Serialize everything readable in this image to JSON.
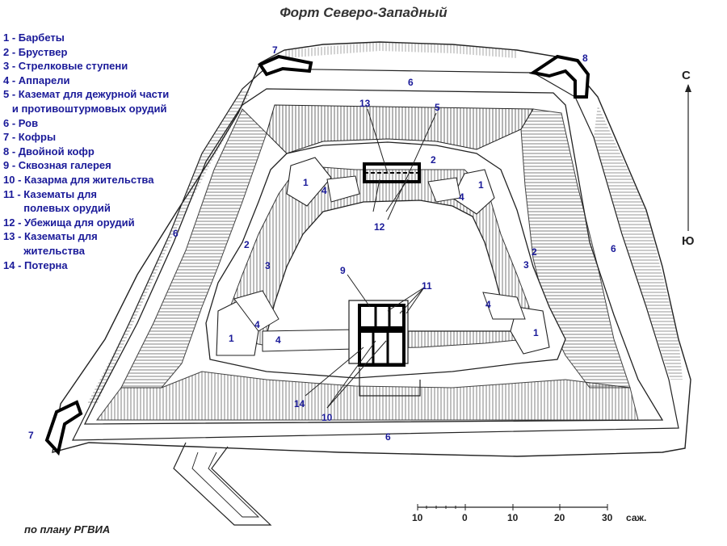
{
  "title": "Форт  Северо-Западный",
  "legend": [
    "1 - Барбеты",
    "2 - Бруствер",
    "3 - Стрелковые ступени",
    "4 - Аппарели",
    "5 - Каземат для дежурной части",
    "   и противоштурмовых орудий",
    "6 - Ров",
    "7 - Кофры",
    "8 - Двойной кофр",
    "9 - Сквозная галерея",
    "10 - Казарма для жительства",
    "11 - Казематы для",
    "       полевых орудий",
    "12 - Убежища для орудий",
    "13 - Казематы для",
    "       жительства",
    "14 - Потерна"
  ],
  "compass": {
    "north": "С",
    "south": "Ю"
  },
  "scale": {
    "ticks": [
      "10",
      "0",
      "10",
      "20",
      "30"
    ],
    "unit": "саж."
  },
  "credit": "по плану РГВИА",
  "labels": {
    "l1": "1",
    "l2": "2",
    "l3": "3",
    "l4": "4",
    "l5": "5",
    "l6": "6",
    "l7": "7",
    "l8": "8",
    "l9": "9",
    "l10": "10",
    "l11": "11",
    "l12": "12",
    "l13": "13",
    "l14": "14"
  },
  "colors": {
    "label": "#1a1a99",
    "line": "#222222",
    "walls": "#000000"
  }
}
